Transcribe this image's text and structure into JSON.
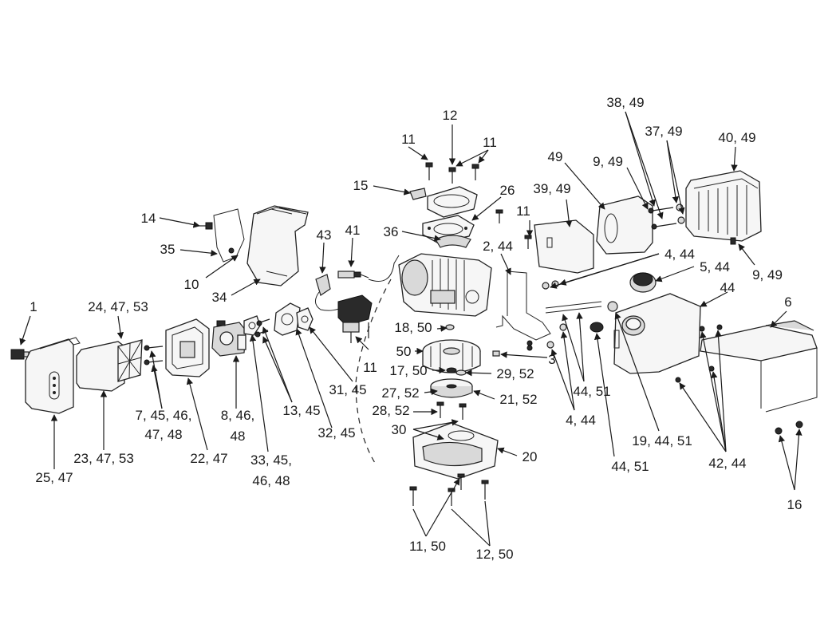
{
  "colors": {
    "ink": "#1a1a1a",
    "paper": "#ffffff",
    "fill": "#f6f6f6",
    "shade": "#d9d9d9"
  },
  "callouts": [
    "1",
    "24, 47, 53",
    "7, 45, 46,",
    "47, 48",
    "25, 47",
    "23, 47, 53",
    "22, 47",
    "8, 46,",
    "48",
    "33, 45,",
    "46, 48",
    "13, 45",
    "32, 45",
    "31, 45",
    "14",
    "35",
    "10",
    "34",
    "43",
    "41",
    "11",
    "11",
    "12",
    "11",
    "15",
    "26",
    "36",
    "18, 50",
    "50",
    "17, 50",
    "27, 52",
    "28, 52",
    "30",
    "29, 52",
    "21, 52",
    "20",
    "11, 50",
    "12, 50",
    "11",
    "49",
    "39, 49",
    "2, 44",
    "38, 49",
    "9, 49",
    "37, 49",
    "40, 49",
    "9, 49",
    "4, 44",
    "5, 44",
    "44",
    "3",
    "44, 51",
    "4, 44",
    "19, 44, 51",
    "44, 51",
    "42, 44",
    "6",
    "16"
  ]
}
